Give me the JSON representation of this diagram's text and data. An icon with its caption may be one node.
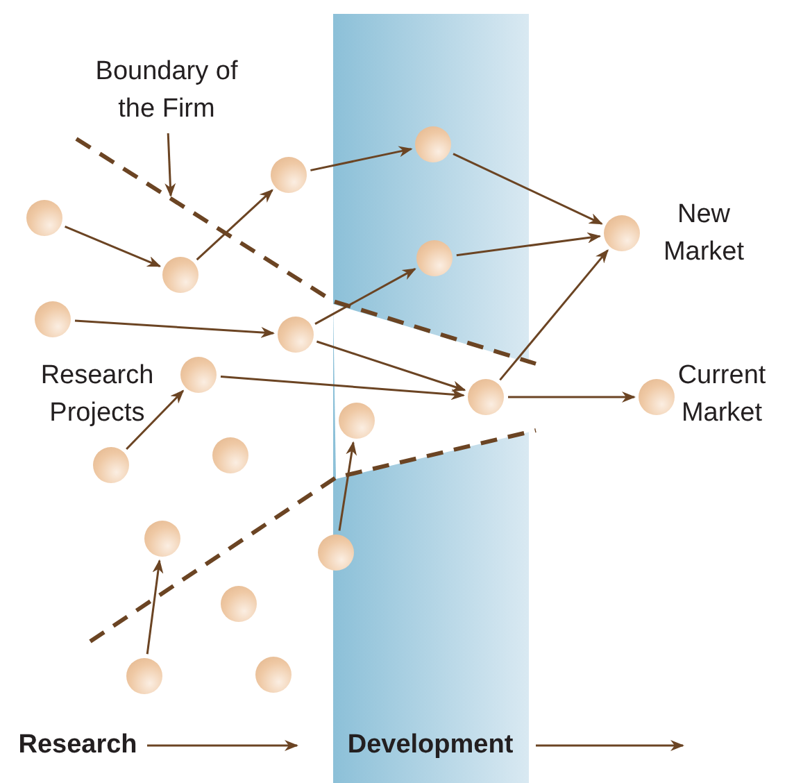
{
  "diagram": {
    "nodes": [
      {
        "text": [
          "Boundary of the Firm"
        ]
      },
      {
        "text": [],
        "shape": "circle"
      },
      {
        "text": [],
        "shape": "circle"
      },
      {
        "text": [],
        "shape": "circle"
      },
      {
        "text": [],
        "shape": "circle",
        "beside": [
          "New Market"
        ]
      },
      {
        "text": [],
        "shape": "circle"
      },
      {
        "text": [],
        "shape": "circle"
      },
      {
        "text": [],
        "shape": "circle"
      },
      {
        "text": [],
        "shape": "circle"
      },
      {
        "text": [],
        "shape": "circle"
      },
      {
        "text": [],
        "shape": "circle"
      },
      {
        "text": [],
        "shape": "circle",
        "beside": [
          "Current Market"
        ]
      },
      {
        "text": [],
        "shape": "circle"
      },
      {
        "text": [],
        "shape": "circle"
      },
      {
        "text": [],
        "shape": "circle"
      },
      {
        "text": [],
        "shape": "circle"
      },
      {
        "text": [],
        "shape": "circle"
      },
      {
        "text": [],
        "shape": "circle"
      },
      {
        "text": [],
        "shape": "circle"
      },
      {
        "text": [],
        "shape": "circle"
      }
    ],
    "edges": [
      {
        "from": 0,
        "to": null,
        "arrow": "to"
      },
      {
        "from": 3,
        "to": 6,
        "arrow": "to"
      },
      {
        "from": 6,
        "to": 2,
        "arrow": "to"
      },
      {
        "from": 2,
        "to": 1,
        "arrow": "to"
      },
      {
        "from": 1,
        "to": 4,
        "arrow": "to"
      },
      {
        "from": 7,
        "to": 8,
        "arrow": "to"
      },
      {
        "from": 8,
        "to": 5,
        "arrow": "to"
      },
      {
        "from": 5,
        "to": 4,
        "arrow": "to"
      },
      {
        "from": 8,
        "to": 10,
        "arrow": "to"
      },
      {
        "from": 10,
        "to": 4,
        "arrow": "to"
      },
      {
        "from": 10,
        "to": 11,
        "arrow": "to"
      },
      {
        "from": 9,
        "to": 10,
        "arrow": "to"
      },
      {
        "from": 14,
        "to": 9,
        "arrow": "to"
      },
      {
        "from": 18,
        "to": 15,
        "arrow": "to"
      },
      {
        "from": 16,
        "to": 12,
        "arrow": "to"
      }
    ],
    "labels": [
      "Research Projects",
      "Research",
      "Development"
    ]
  }
}
